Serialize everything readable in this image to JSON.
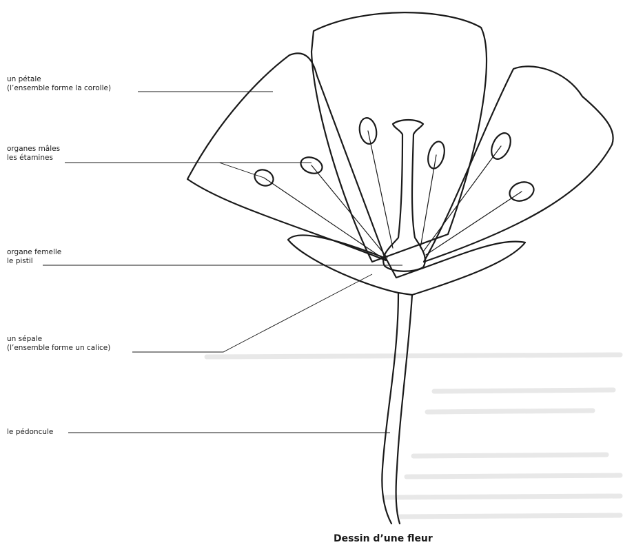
{
  "labels": {
    "petal": {
      "line1": "un pétale",
      "line2": "(l’ensemble forme la corolle)"
    },
    "stamens": {
      "line1": "organes mâles",
      "line2": "les étamines"
    },
    "pistil": {
      "line1": "organe femelle",
      "line2": "le pistil"
    },
    "sepal": {
      "line1": "un sépale",
      "line2": "(l’ensemble forme un calice)"
    },
    "peduncle": {
      "line1": "le pédoncule"
    }
  },
  "caption": "Dessin d’une fleur",
  "colors": {
    "ink": "#1a1a1a",
    "background": "#ffffff",
    "bleed": "#e6e6e6"
  }
}
